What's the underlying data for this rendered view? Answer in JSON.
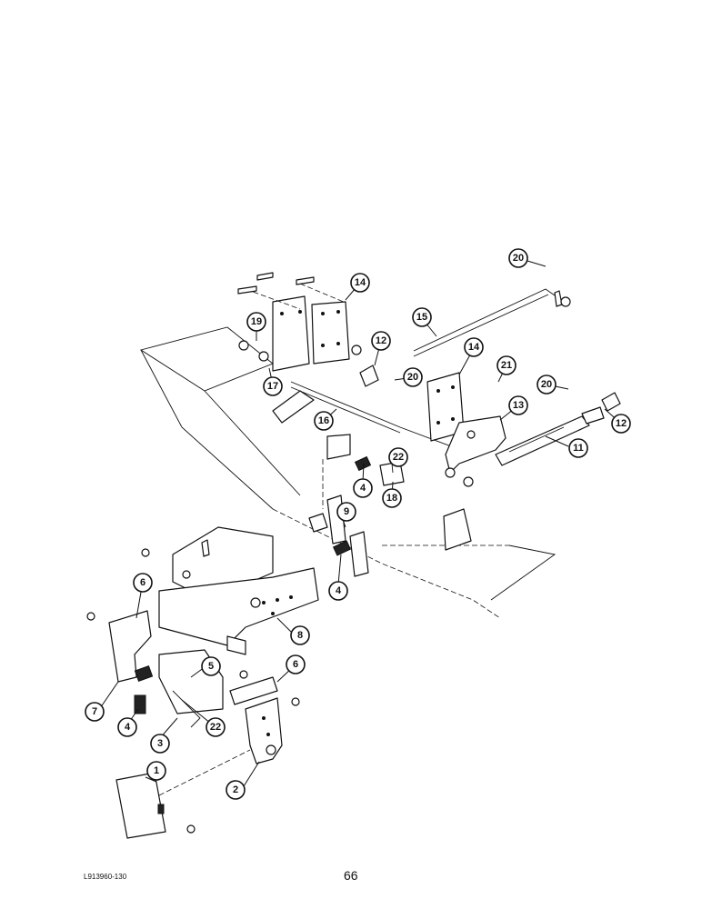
{
  "figure": {
    "code": "L913960-130",
    "page_number": "66"
  },
  "callouts": [
    {
      "label": "1"
    },
    {
      "label": "2"
    },
    {
      "label": "3"
    },
    {
      "label": "4"
    },
    {
      "label": "4"
    },
    {
      "label": "4"
    },
    {
      "label": "5"
    },
    {
      "label": "6"
    },
    {
      "label": "6"
    },
    {
      "label": "7"
    },
    {
      "label": "8"
    },
    {
      "label": "9"
    },
    {
      "label": "11"
    },
    {
      "label": "12"
    },
    {
      "label": "12"
    },
    {
      "label": "13"
    },
    {
      "label": "14"
    },
    {
      "label": "14"
    },
    {
      "label": "15"
    },
    {
      "label": "16"
    },
    {
      "label": "17"
    },
    {
      "label": "18"
    },
    {
      "label": "19"
    },
    {
      "label": "20"
    },
    {
      "label": "20"
    },
    {
      "label": "20"
    },
    {
      "label": "21"
    },
    {
      "label": "22"
    },
    {
      "label": "22"
    }
  ]
}
